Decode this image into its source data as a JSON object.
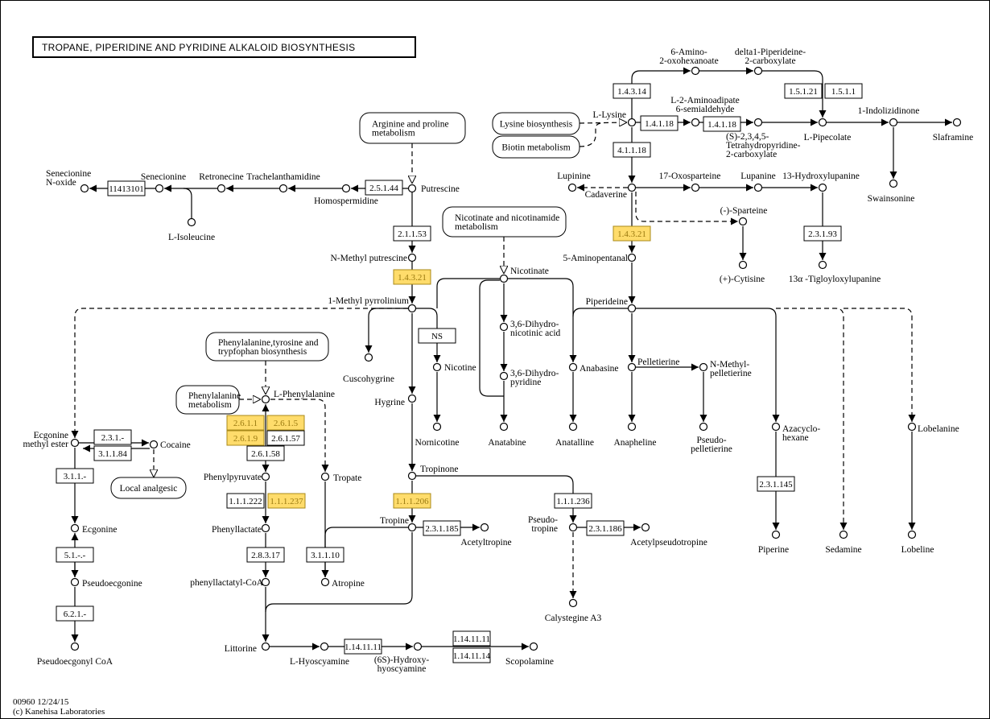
{
  "title": "TROPANE, PIPERIDINE AND PYRIDINE ALKALOID BIOSYNTHESIS",
  "footer": {
    "line1": "00960 12/24/15",
    "line2": "(c) Kanehisa Laboratories"
  },
  "colors": {
    "highlight_fill": "#ffdc6b",
    "highlight_text": "#9a7a10",
    "line": "#000000"
  },
  "maps": {
    "arginine": "Arginine and proline\nmetabolism",
    "nicotinate": "Nicotinate and nicotinamide\nmetabolism",
    "phe_tyr_trp": "Phenylalanine,tyrosine and\ntrypfophan biosynthesis",
    "phe_met": "Phenylalanine\nmetabolism",
    "local_analgesic": "Local analgesic",
    "lysine_bio": "Lysine biosynthesis",
    "biotin": "Biotin metabolism"
  },
  "compounds": {
    "putrescine": "Putrescine",
    "homospermidine": "Homospermidine",
    "trachelanthamidine": "Trachelanthamidine",
    "retronecine": "Retronecine",
    "senecionine": "Senecionine",
    "senecionine_n_oxide": "Senecionine\nN-oxide",
    "l_isoleucine": "L-Isoleucine",
    "n_methyl_putrescine": "N-Methyl putrescine",
    "methyl_pyrrolinium": "1-Methyl pyrrolinium",
    "nicotinate": "Nicotinate",
    "dihydronicotinic": "3,6-Dihydro-\nnicotinic acid",
    "dihydropyridine": "3,6-Dihydro-\npyridine",
    "nicotine": "Nicotine",
    "nornicotine": "Nornicotine",
    "anatabine": "Anatabine",
    "cuscohygrine": "Cuscohygrine",
    "hygrine": "Hygrine",
    "tropinone": "Tropinone",
    "tropine": "Tropine",
    "acetyltropine": "Acetyltropine",
    "pseudotropine": "Pseudo-\ntropine",
    "acetylpseudotropine": "Acetylpseudotropine",
    "calystegine": "Calystegine A3",
    "littorine": "Littorine",
    "l_hyoscyamine": "L-Hyoscyamine",
    "hydroxyhyoscyamine": "(6S)-Hydroxy-\nhyoscyamine",
    "scopolamine": "Scopolamine",
    "l_phenylalanine": "L-Phenylalanine",
    "phenylpyruvate": "Phenylpyruvate",
    "phenyllactate": "Phenyllactate",
    "phenyllactatyl_coa": "phenyllactatyl-CoA",
    "tropate": "Tropate",
    "atropine": "Atropine",
    "ecgonine_methyl_ester": "Ecgonine\nmethyl ester",
    "cocaine": "Cocaine",
    "ecgonine": "Ecgonine",
    "pseudoecgonine": "Pseudoecgonine",
    "pseudoecgonyl_coa": "Pseudoecgonyl CoA",
    "l_lysine": "L-Lysine",
    "amino_oxohexanoate": "6-Amino-\n2-oxohexanoate",
    "piperideine_carboxylate": "delta1-Piperideine-\n2-carboxylate",
    "aminoadipate_semialdehyde": "L-2-Aminoadipate\n6-semialdehyde",
    "tetrahydropyridine": "(S)-2,3,4,5-\nTetrahydropyridine-\n2-carboxylate",
    "l_pipecolate": "L-Pipecolate",
    "indolizidinone": "1-Indolizidinone",
    "slaframine": "Slaframine",
    "swainsonine": "Swainsonine",
    "cadaverine": "Cadaverine",
    "lupinine": "Lupinine",
    "oxosparteine": "17-Oxosparteine",
    "lupanine": "Lupanine",
    "hydroxylupanine": "13-Hydroxylupanine",
    "sparteine": "(-)-Sparteine",
    "cytisine": "(+)-Cytisine",
    "tigloyloxylupanine": "13α -Tigloyloxylupanine",
    "aminopentanal": "5-Aminopentanal",
    "piperideine": "Piperideine",
    "anabasine": "Anabasine",
    "anatalline": "Anatalline",
    "pelletierine": "Pelletierine",
    "n_methylpelletierine": "N-Methyl-\npelletierine",
    "anapheline": "Anapheline",
    "pseudopelletierine": "Pseudo-\npelletierine",
    "azacyclohexane": "Azacyclo-\nhexane",
    "piperine": "Piperine",
    "sedamine": "Sedamine",
    "lobelanine": "Lobelanine",
    "lobeline": "Lobeline"
  },
  "enzymes": [
    {
      "label": "2.5.1.44",
      "highlighted": false
    },
    {
      "label": "11413101",
      "highlighted": false
    },
    {
      "label": "2.1.1.53",
      "highlighted": false
    },
    {
      "label": "1.4.3.21",
      "highlighted": true
    },
    {
      "label": "NS",
      "highlighted": false
    },
    {
      "label": "1.1.1.206",
      "highlighted": true
    },
    {
      "label": "1.1.1.236",
      "highlighted": false
    },
    {
      "label": "2.3.1.185",
      "highlighted": false
    },
    {
      "label": "2.3.1.186",
      "highlighted": false
    },
    {
      "label": "1.14.11.11",
      "highlighted": false
    },
    {
      "label": "1.14.11.11",
      "highlighted": false
    },
    {
      "label": "1.14.11.14",
      "highlighted": false
    },
    {
      "label": "2.6.1.1",
      "highlighted": true
    },
    {
      "label": "2.6.1.5",
      "highlighted": true
    },
    {
      "label": "2.6.1.9",
      "highlighted": true
    },
    {
      "label": "2.6.1.57",
      "highlighted": false
    },
    {
      "label": "2.6.1.58",
      "highlighted": false
    },
    {
      "label": "1.1.1.222",
      "highlighted": false
    },
    {
      "label": "1.1.1.237",
      "highlighted": true
    },
    {
      "label": "2.8.3.17",
      "highlighted": false
    },
    {
      "label": "3.1.1.10",
      "highlighted": false
    },
    {
      "label": "2.3.1.-",
      "highlighted": false
    },
    {
      "label": "3.1.1.84",
      "highlighted": false
    },
    {
      "label": "3.1.1.-",
      "highlighted": false
    },
    {
      "label": "5.1.-.-",
      "highlighted": false
    },
    {
      "label": "6.2.1.-",
      "highlighted": false
    },
    {
      "label": "1.4.3.14",
      "highlighted": false
    },
    {
      "label": "1.4.1.18",
      "highlighted": false
    },
    {
      "label": "1.4.1.18",
      "highlighted": false
    },
    {
      "label": "4.1.1.18",
      "highlighted": false
    },
    {
      "label": "1.5.1.21",
      "highlighted": false
    },
    {
      "label": "1.5.1.1",
      "highlighted": false
    },
    {
      "label": "1.4.3.21",
      "highlighted": true
    },
    {
      "label": "2.3.1.93",
      "highlighted": false
    },
    {
      "label": "2.3.1.145",
      "highlighted": false
    }
  ]
}
